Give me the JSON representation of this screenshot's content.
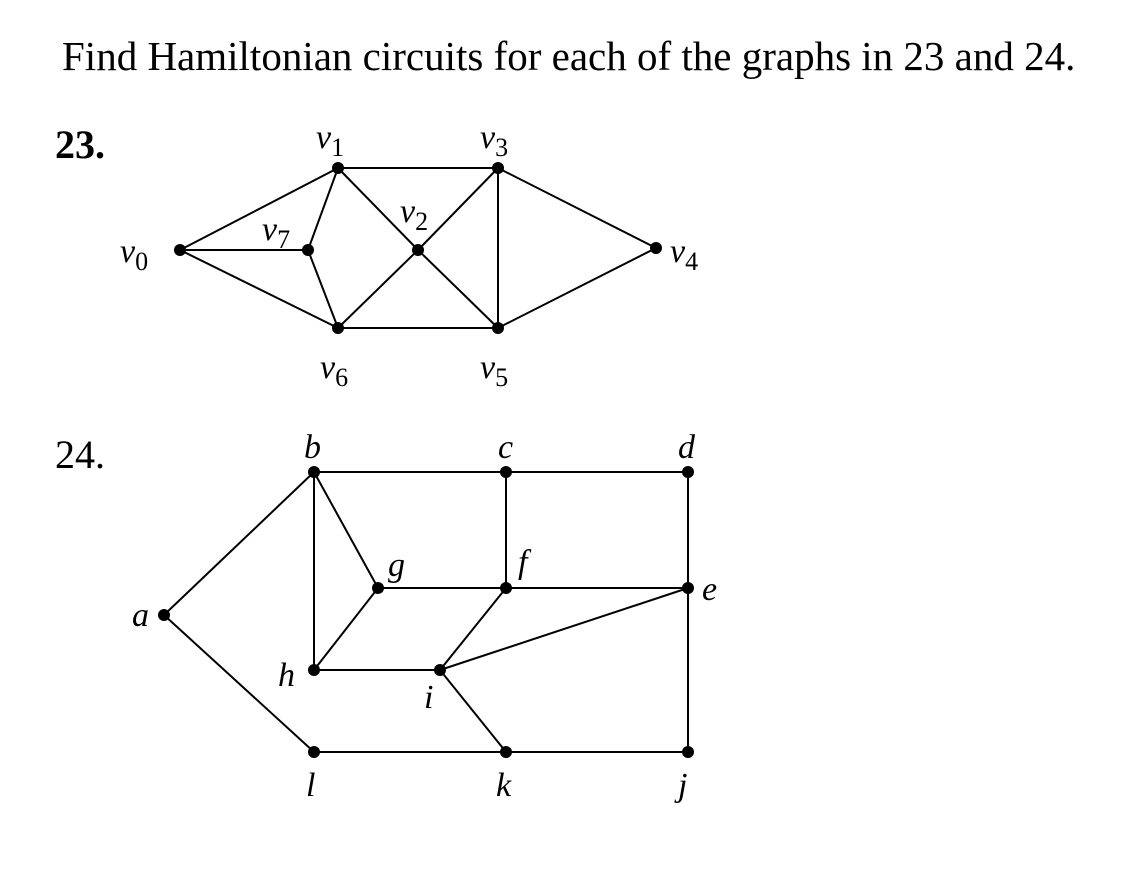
{
  "prompt": "Find Hamiltonian circuits for each of the graphs in 23 and 24.",
  "graphs": [
    {
      "number": "23.",
      "bold": true,
      "vertices": [
        {
          "id": "v0",
          "base": "v",
          "sub": "0"
        },
        {
          "id": "v1",
          "base": "v",
          "sub": "1"
        },
        {
          "id": "v2",
          "base": "v",
          "sub": "2"
        },
        {
          "id": "v3",
          "base": "v",
          "sub": "3"
        },
        {
          "id": "v4",
          "base": "v",
          "sub": "4"
        },
        {
          "id": "v5",
          "base": "v",
          "sub": "5"
        },
        {
          "id": "v6",
          "base": "v",
          "sub": "6"
        },
        {
          "id": "v7",
          "base": "v",
          "sub": "7"
        }
      ],
      "edges": [
        [
          "v0",
          "v1"
        ],
        [
          "v0",
          "v7"
        ],
        [
          "v0",
          "v6"
        ],
        [
          "v1",
          "v7"
        ],
        [
          "v7",
          "v6"
        ],
        [
          "v1",
          "v3"
        ],
        [
          "v1",
          "v2"
        ],
        [
          "v2",
          "v5"
        ],
        [
          "v3",
          "v2"
        ],
        [
          "v2",
          "v6"
        ],
        [
          "v3",
          "v5"
        ],
        [
          "v6",
          "v5"
        ],
        [
          "v3",
          "v4"
        ],
        [
          "v5",
          "v4"
        ]
      ]
    },
    {
      "number": "24.",
      "bold": false,
      "vertices": [
        {
          "id": "a",
          "base": "a"
        },
        {
          "id": "b",
          "base": "b"
        },
        {
          "id": "c",
          "base": "c"
        },
        {
          "id": "d",
          "base": "d"
        },
        {
          "id": "e",
          "base": "e"
        },
        {
          "id": "f",
          "base": "f"
        },
        {
          "id": "g",
          "base": "g"
        },
        {
          "id": "h",
          "base": "h"
        },
        {
          "id": "i",
          "base": "i"
        },
        {
          "id": "j",
          "base": "j"
        },
        {
          "id": "k",
          "base": "k"
        },
        {
          "id": "l",
          "base": "l"
        }
      ],
      "edges": [
        [
          "a",
          "b"
        ],
        [
          "a",
          "l"
        ],
        [
          "b",
          "c"
        ],
        [
          "c",
          "d"
        ],
        [
          "b",
          "h"
        ],
        [
          "b",
          "g"
        ],
        [
          "c",
          "f"
        ],
        [
          "d",
          "e"
        ],
        [
          "g",
          "f"
        ],
        [
          "f",
          "e"
        ],
        [
          "g",
          "h"
        ],
        [
          "h",
          "i"
        ],
        [
          "i",
          "f"
        ],
        [
          "i",
          "e"
        ],
        [
          "i",
          "k"
        ],
        [
          "e",
          "j"
        ],
        [
          "l",
          "k"
        ],
        [
          "k",
          "j"
        ]
      ]
    }
  ]
}
